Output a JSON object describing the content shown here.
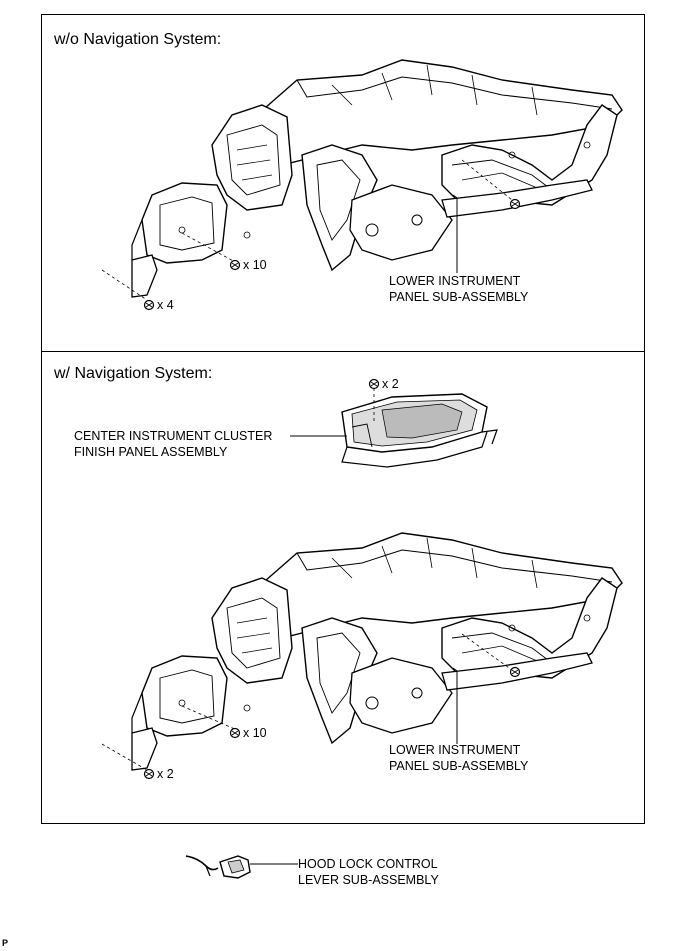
{
  "panel_top": {
    "title": "w/o Navigation System:",
    "part_label": [
      "LOWER INSTRUMENT",
      "PANEL SUB-ASSEMBLY"
    ],
    "qty_center": "x 10",
    "qty_left": "x 4"
  },
  "panel_bottom": {
    "title": "w/ Navigation System:",
    "cluster_label": [
      "CENTER INSTRUMENT CLUSTER",
      "FINISH PANEL ASSEMBLY"
    ],
    "qty_cluster": "x 2",
    "part_label": [
      "LOWER INSTRUMENT",
      "PANEL SUB-ASSEMBLY"
    ],
    "qty_center": "x 10",
    "qty_left": "x 2"
  },
  "hood_lock": {
    "label": [
      "HOOD LOCK CONTROL",
      "LEVER SUB-ASSEMBLY"
    ]
  },
  "figure_code": "P"
}
